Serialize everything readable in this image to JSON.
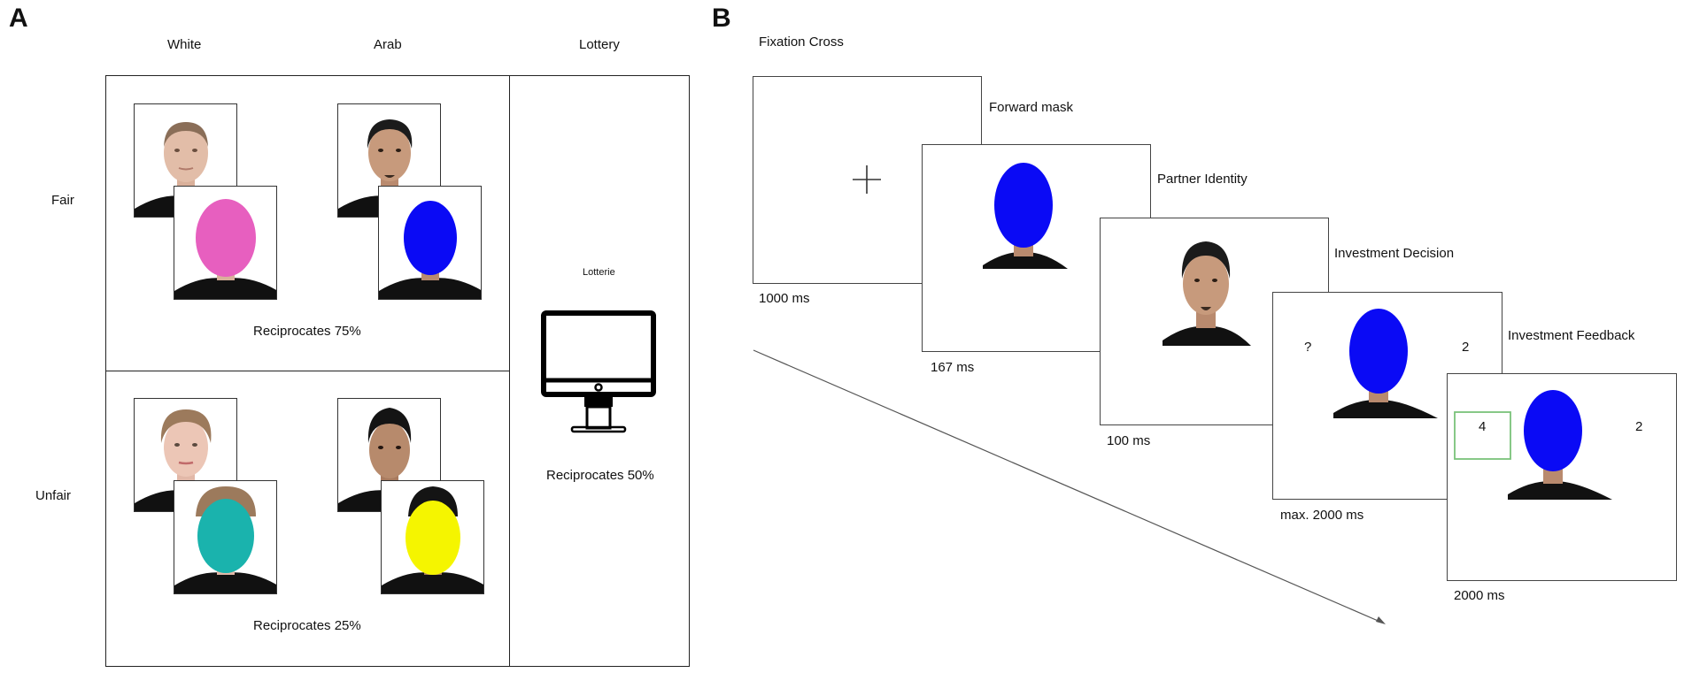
{
  "panel_a": {
    "letter": "A",
    "columns": [
      "White",
      "Arab",
      "Lottery"
    ],
    "rows": [
      "Fair",
      "Unfair"
    ],
    "fair_text": "Reciprocates 75%",
    "unfair_text": "Reciprocates 25%",
    "lottery_label": "Lotterie",
    "lottery_text": "Reciprocates 50%",
    "face_colors": {
      "fair_white": "#e75fbf",
      "fair_arab": "#0a0af5",
      "unfair_white": "#1ab3ad",
      "unfair_arab": "#f5f500"
    }
  },
  "panel_b": {
    "letter": "B",
    "screens": [
      {
        "label": "Fixation Cross",
        "duration": "1000 ms"
      },
      {
        "label": "Forward mask",
        "duration": "167 ms"
      },
      {
        "label": "Partner Identity",
        "duration": "100 ms"
      },
      {
        "label": "Investment Decision",
        "duration": "max. 2000 ms"
      },
      {
        "label": "Investment Feedback",
        "duration": "2000 ms"
      }
    ],
    "decision_left": "?",
    "decision_right": "2",
    "feedback_left": "4",
    "feedback_right": "2",
    "mask_color": "#0a0af5",
    "highlight_color": "#7ac27a"
  }
}
